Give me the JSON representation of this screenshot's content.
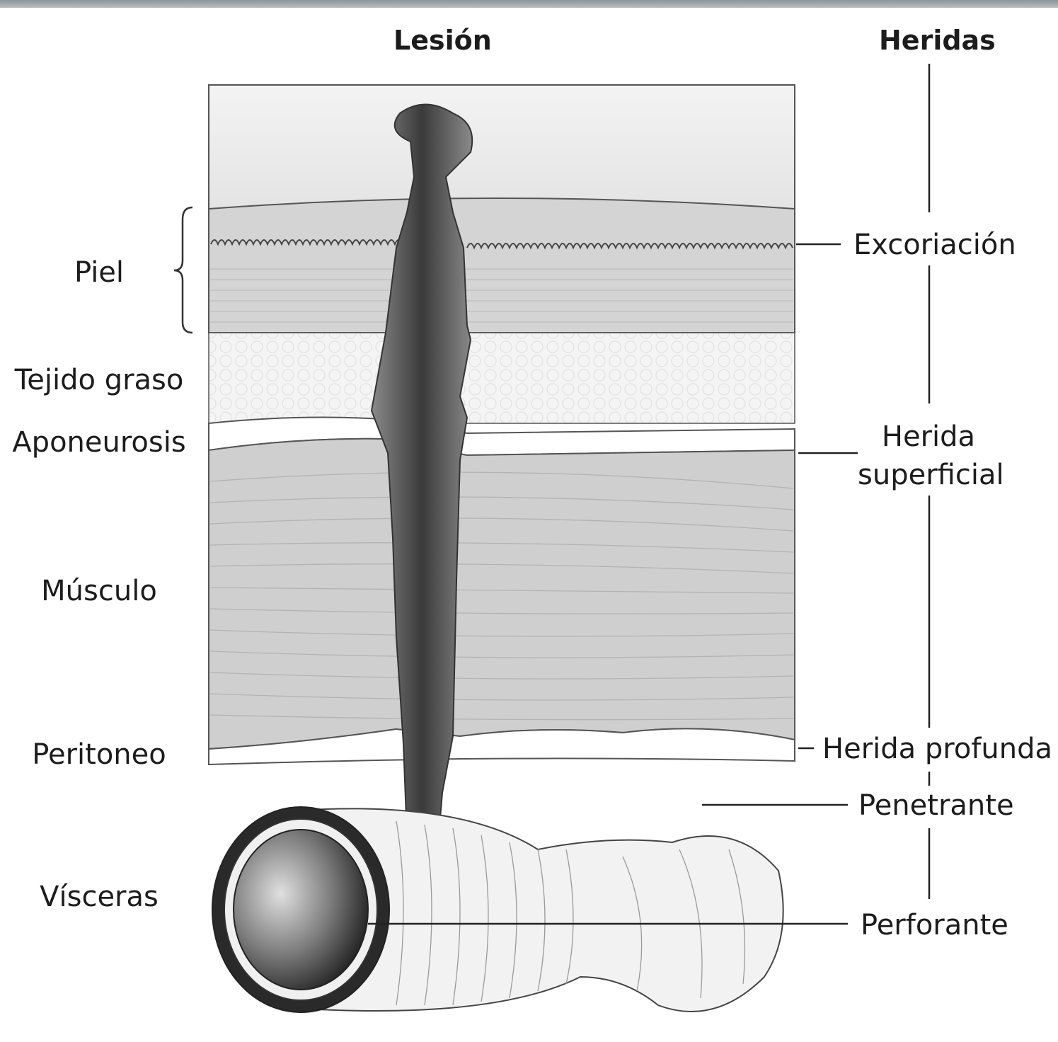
{
  "header": {
    "lesion": "Lesión",
    "heridas": "Heridas"
  },
  "layers": [
    {
      "id": "piel",
      "label": "Piel"
    },
    {
      "id": "tejido",
      "label": "Tejido graso"
    },
    {
      "id": "apo",
      "label": "Aponeurosis"
    },
    {
      "id": "musculo",
      "label": "Músculo"
    },
    {
      "id": "peritoneo",
      "label": "Peritoneo"
    },
    {
      "id": "visceras",
      "label": "Vísceras"
    }
  ],
  "wounds": [
    {
      "id": "excoriacion",
      "label": "Excoriación"
    },
    {
      "id": "superficial",
      "label": "Herida\nsuperficial"
    },
    {
      "id": "profunda",
      "label": "Herida profunda"
    },
    {
      "id": "penetrante",
      "label": "Penetrante"
    },
    {
      "id": "perforante",
      "label": "Perforante"
    }
  ],
  "colors": {
    "skin": "#d2d2d2",
    "fat": "#eeeeee",
    "muscle": "#cfcfcf",
    "wound": "#6e6e6e",
    "line": "#3a3a3a"
  }
}
